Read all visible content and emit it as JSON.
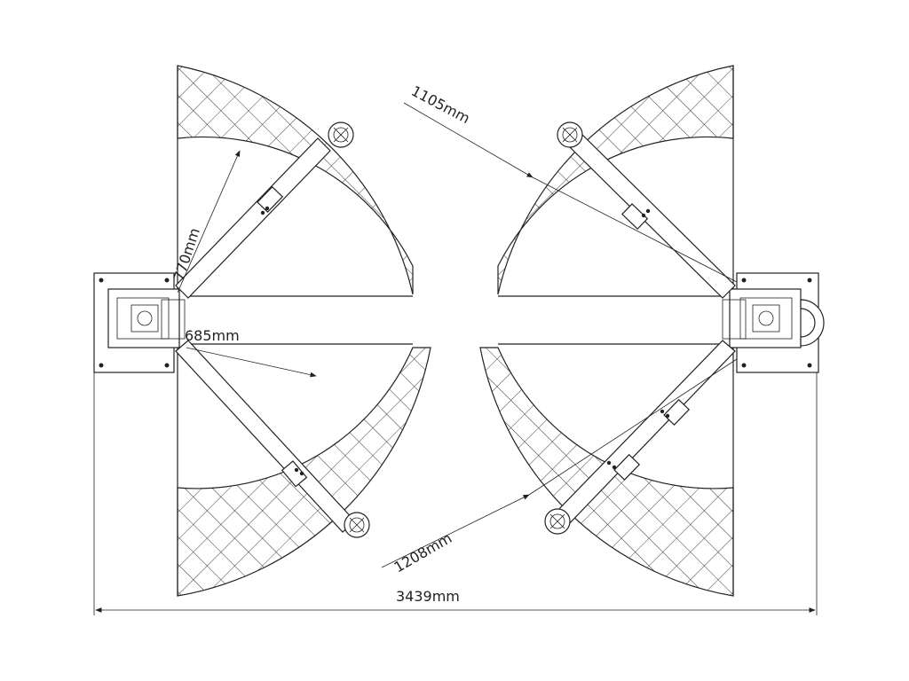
{
  "dimensions": {
    "arm_short_length": "770mm",
    "arm_reach_inner": "685mm",
    "arm_reach_right_top": "1105mm",
    "arm_reach_right_bottom": "1208mm",
    "overall_width": "3439mm"
  },
  "colors": {
    "line": "#222222",
    "background": "#ffffff"
  },
  "icons": [
    "lift-post-left-icon",
    "lift-post-right-icon",
    "lift-pad-icon",
    "hydraulic-unit-icon"
  ]
}
